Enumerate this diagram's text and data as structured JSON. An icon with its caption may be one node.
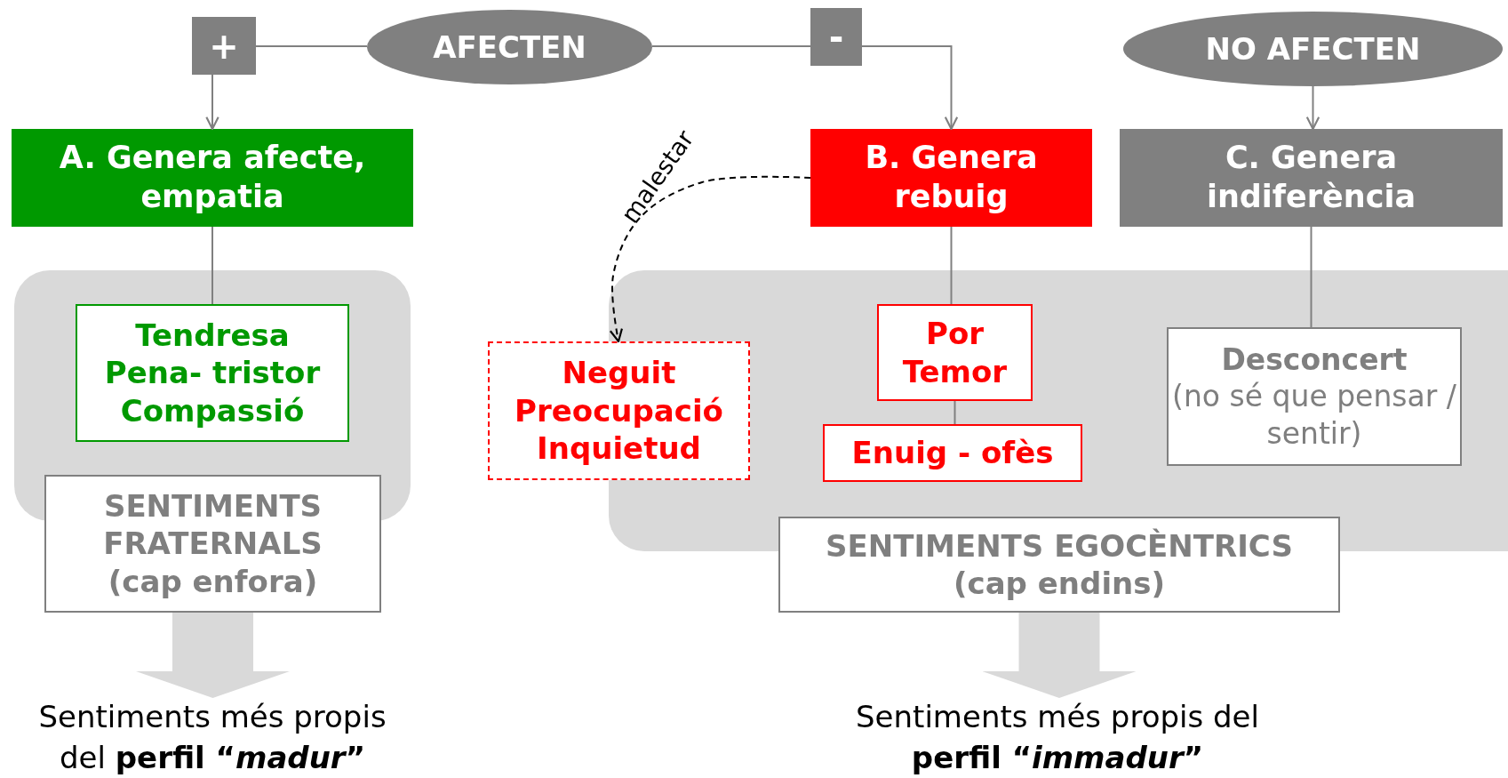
{
  "diagram": {
    "nodes": [
      {
        "text": [
          "+"
        ]
      },
      {
        "text": [
          "AFECTEN"
        ]
      },
      {
        "text": [
          "-"
        ]
      },
      {
        "text": [
          "NO AFECTEN"
        ]
      },
      {
        "text": [
          "A. Genera afecte, empatia"
        ]
      },
      {
        "text": [
          "B. Genera rebuig"
        ]
      },
      {
        "text": [
          "C. Genera indiferència"
        ]
      },
      {
        "text": [],
        "shape": "box"
      },
      {
        "text": [
          "Tendresa",
          "Pena- tristor",
          "Compassió"
        ],
        "in": 7
      },
      {
        "text": [
          "SENTIMENTS FRATERNALS",
          "(cap enfora)"
        ]
      },
      {
        "text": [],
        "shape": "box"
      },
      {
        "text": [
          "Neguit",
          "Preocupació",
          "Inquietud"
        ]
      },
      {
        "text": [
          "Por",
          "Temor"
        ],
        "in": 10
      },
      {
        "text": [
          "Enuig - ofès"
        ],
        "in": 10
      },
      {
        "text": [
          "Desconcert",
          "(no sé que pensar / sentir)"
        ],
        "in": 10
      },
      {
        "text": [
          "SENTIMENTS EGOCÈNTRICS",
          "(cap endins)"
        ]
      },
      {
        "text": [
          "Sentiments més propis del **perfil “*madur*”**"
        ]
      },
      {
        "text": [
          "Sentiments més propis del **perfil “*immadur*”**"
        ]
      }
    ],
    "edges": [
      {
        "from": 1,
        "to": 0,
        "arrow": "none"
      },
      {
        "from": 0,
        "to": 4,
        "arrow": "to"
      },
      {
        "from": 1,
        "to": 2,
        "arrow": "none"
      },
      {
        "from": 2,
        "to": 5,
        "arrow": "to"
      },
      {
        "from": 3,
        "to": 6,
        "arrow": "to"
      },
      {
        "from": 4,
        "to": 8,
        "arrow": "none"
      },
      {
        "from": 5,
        "to": 12,
        "arrow": "none"
      },
      {
        "from": 12,
        "to": 13,
        "arrow": "none"
      },
      {
        "from": 6,
        "to": 14,
        "arrow": "none"
      },
      {
        "from": 5,
        "to": 11,
        "arrow": "to",
        "label": "malestar",
        "style": "dashed",
        "color": "#000000"
      },
      {
        "from": 9,
        "to": 16,
        "arrow": "to",
        "style": "thick",
        "color": "#d9d9d9"
      },
      {
        "from": 15,
        "to": 17,
        "arrow": "to",
        "style": "thick",
        "color": "#d9d9d9"
      }
    ]
  }
}
